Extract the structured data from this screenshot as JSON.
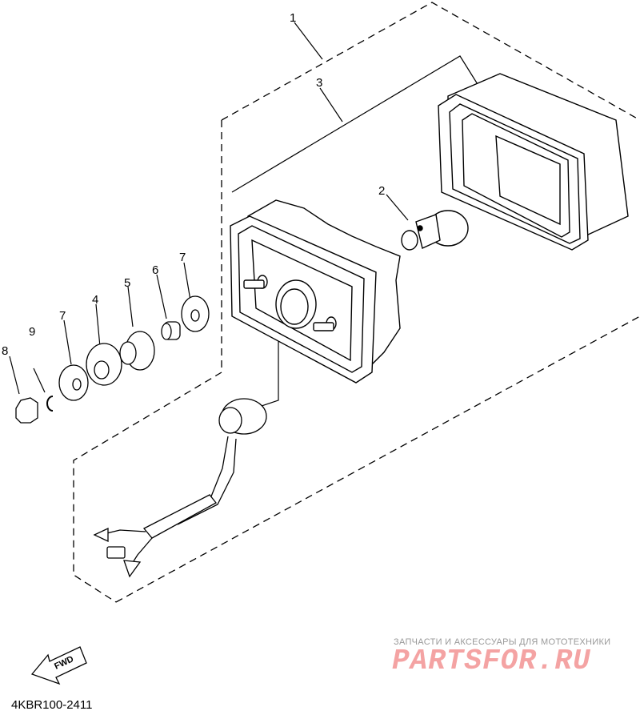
{
  "diagram": {
    "part_code": "4KBR100-2411",
    "fwd_label": "FWD",
    "callouts": [
      "1",
      "2",
      "3",
      "4",
      "5",
      "6",
      "7",
      "7",
      "8",
      "9"
    ]
  },
  "watermark": {
    "subtitle": "ЗАПЧАСТИ И АКСЕССУАРЫ ДЛЯ МОТОТЕХНИКИ",
    "brand": "PARTSFOR.RU",
    "brand_color": "#f4a3a3"
  }
}
